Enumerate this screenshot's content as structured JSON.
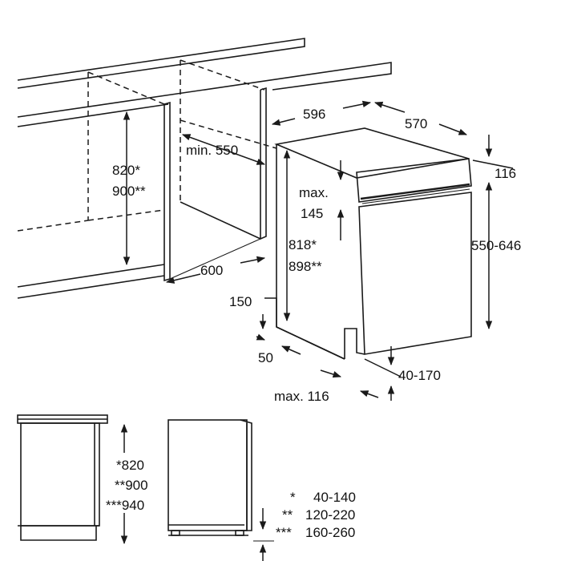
{
  "top_view": {
    "opening_height": [
      "820*",
      "900**"
    ],
    "min_depth": "min. 550",
    "opening_depth": "600",
    "width": "596",
    "depth": "570",
    "panel_thickness": "116",
    "max_gap": [
      "max.",
      "145"
    ],
    "door_height": "550-646",
    "appliance_height": [
      "818*",
      "898**"
    ],
    "plinth_height": "150",
    "plinth_depth": "50",
    "plinth_adjust": "40-170",
    "max_panel": "max. 116"
  },
  "side_view": {
    "heights": [
      "*820",
      "**900",
      "***940"
    ],
    "feet_legend": [
      {
        "mark": "*",
        "range": "40-140"
      },
      {
        "mark": "**",
        "range": "120-220"
      },
      {
        "mark": "***",
        "range": "160-260"
      }
    ]
  }
}
